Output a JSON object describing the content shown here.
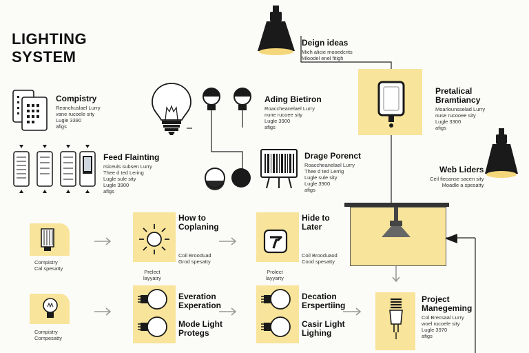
{
  "title": {
    "line1": "LIGHTING",
    "line2": "SYSTEM"
  },
  "nodes": {
    "design_ideas": {
      "heading": "Deign ideas",
      "lines": [
        "Mich alicie mooedcrits",
        "Mloodel enel fitigh"
      ]
    },
    "compistry": {
      "heading": "Compistry",
      "lines": [
        "Reanchuslael Lurry",
        "vane rucoele sity",
        "Lugle 3390",
        "afigs"
      ]
    },
    "ading_bietiron": {
      "heading": "Ading Bietiron",
      "lines": [
        "Roaccheanelael Lurry",
        "nune rucoee sity",
        "Lugle 3900",
        "afigs"
      ]
    },
    "pretalical": {
      "heading": "Pretalical",
      "heading2": "Bramtiancy",
      "lines": [
        "Moarlounsselad Lurry",
        "nuse rucooee sity",
        "Lugle 3300",
        "afigs"
      ]
    },
    "feed_flanting": {
      "heading": "Feed Flainting",
      "lines": [
        "rsiceuls subsen Lurry",
        "Thee d ted Lering",
        "Lugle sule sity",
        "Lugle 3900",
        "afigs"
      ]
    },
    "drage_porenct": {
      "heading": "Drage Porenct",
      "lines": [
        "Roaccheanelael Lurry",
        "Thee d ted Lerrig",
        "Lugle sule sity",
        "Lugle 3900",
        "afigs"
      ]
    },
    "web_liders": {
      "heading": "Web Liders",
      "lines": [
        "Ceil fiecanse sacen sity",
        "Moadle a spesatty"
      ]
    },
    "how_to": {
      "heading": "How to",
      "heading2": "Coplaning",
      "lines": [
        "Coil Brooduad",
        "Grod spesatty"
      ]
    },
    "hide_to": {
      "heading": "Hide to",
      "heading2": "Later",
      "lines": [
        "Coil Brooduaod",
        "Cood spesatty"
      ]
    },
    "compistry2": {
      "lines": [
        "Compistry",
        "Cal spesatty"
      ]
    },
    "prelect": {
      "lines": [
        "Prelect",
        "layyatry"
      ]
    },
    "prolect": {
      "lines": [
        "Prolect",
        "layyarty"
      ]
    },
    "compistry3": {
      "lines": [
        "Compistry",
        "Compesatty"
      ]
    },
    "everation": {
      "heading": "Everation",
      "heading2": "Experation"
    },
    "decation": {
      "heading": "Decation",
      "heading2": "Erspertiing"
    },
    "mode_light": {
      "heading": "Mode Light",
      "heading2": "Protegs"
    },
    "casir_light": {
      "heading": "Casir Light",
      "heading2": "Lighing"
    },
    "project": {
      "heading": "Project",
      "heading2": "Manegeming",
      "lines": [
        "Col Brecsaal Lurry",
        "woel rucoele sity",
        "Lugle 3970",
        "afigs"
      ]
    }
  },
  "colors": {
    "accent": "#f8e49a",
    "ink": "#1a1a1a",
    "lamp_glow": "#f4d77a"
  },
  "icons": [
    "pendant-lamp-icon",
    "lightbulb-icon",
    "switch-panel-icon",
    "barcode-panel-icon",
    "smartphone-icon",
    "sun-icon",
    "app-logo-icon",
    "bulb-icon",
    "fixture-icon"
  ]
}
